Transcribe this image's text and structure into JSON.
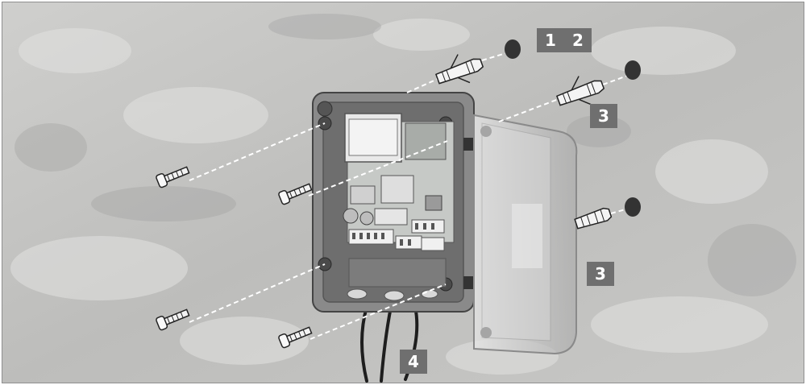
{
  "steps": {
    "step_1": "1",
    "step_2": "2",
    "step_3_top": "3",
    "step_3_bottom": "3",
    "step_4": "4"
  },
  "colors": {
    "wall": "#c4c4c2",
    "badge": "#6f6f6f",
    "enclosure": "#8e8e8e",
    "board": "#b8bcb8",
    "screw": "#f2f2f2",
    "cap": "#333333"
  }
}
